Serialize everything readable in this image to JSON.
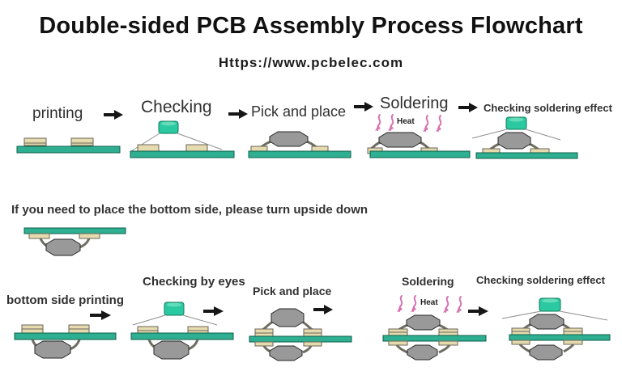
{
  "header": {
    "title": "Double-sided PCB Assembly Process Flowchart",
    "subtitle": "Https://www.pcbelec.com"
  },
  "top_row": {
    "steps": [
      {
        "label": "printing"
      },
      {
        "label": "Checking"
      },
      {
        "label": "Pick and place"
      },
      {
        "label": "Soldering",
        "heat_label": "Heat"
      },
      {
        "label": "Checking soldering effect"
      }
    ]
  },
  "note": {
    "text": "If you need to place the bottom side, please turn upside down"
  },
  "bottom_row": {
    "steps": [
      {
        "label": "bottom side printing"
      },
      {
        "label": "Checking by eyes"
      },
      {
        "label": "Pick and place"
      },
      {
        "label": "Soldering",
        "heat_label": "Heat"
      },
      {
        "label": "Checking soldering effect"
      }
    ]
  },
  "colors": {
    "board_green": "#2FAF91",
    "board_edge": "#0C5F49",
    "pad_tan": "#E6DAAF",
    "pad_edge": "#6B6658",
    "component_gray": "#999999",
    "component_edge": "#262626",
    "camera_teal": "#2BC9A1",
    "camera_edge": "#0F7A5D",
    "heat_pink": "#D873B2",
    "arrow_black": "#161616",
    "cone_gray": "#8F8F8F",
    "lead_gray": "#6F6D62",
    "text_dark": "#303030"
  }
}
